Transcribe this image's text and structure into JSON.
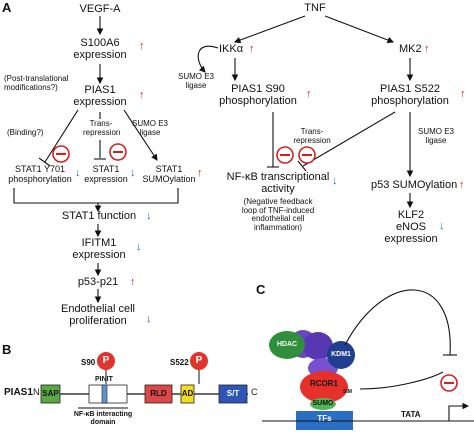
{
  "panel_a": {
    "letter": "A",
    "vegfa": "VEGF-A",
    "s100a6": [
      "S100A6",
      "expression"
    ],
    "post_translational": [
      "(Post-translational",
      "modifications?)"
    ],
    "pias1": [
      "PIAS1",
      "expression"
    ],
    "binding": "(Binding?)",
    "transrepression": [
      "Trans-",
      "repression"
    ],
    "sumo_ligase": [
      "SUMO E3",
      "ligase"
    ],
    "stat1_y701": [
      "STAT1 Y701",
      "phosphorylation"
    ],
    "stat1_expr": [
      "STAT1",
      "expression"
    ],
    "stat1_sumo": [
      "STAT1",
      "SUMOylation"
    ],
    "stat1_function": "STAT1 function",
    "ifitm1": [
      "IFITM1",
      "expression"
    ],
    "p53_p21": "p53-p21",
    "endothelial": [
      "Endothelial cell",
      "proliferation"
    ],
    "tnf": "TNF",
    "ikka": "IKKα",
    "mk2": "MK2",
    "sumo_ligase_left": [
      "SUMO E3",
      "ligase"
    ],
    "pias1_s90": [
      "PIAS1 S90",
      "phosphorylation"
    ],
    "pias1_s522": [
      "PIAS1 S522",
      "phosphorylation"
    ],
    "transrepression_right": [
      "Trans-",
      "repression"
    ],
    "sumo_ligase_right": [
      "SUMO E3",
      "ligase"
    ],
    "nfkb": [
      "NF-κB transcriptional",
      "activity"
    ],
    "feedback": [
      "(Negative feedback",
      "loop of TNF-induced",
      "endothelial cell",
      "inflammation)"
    ],
    "p53_sumo": "p53 SUMOylation",
    "klf2": [
      "KLF2",
      "eNOS",
      "expression"
    ]
  },
  "panel_b": {
    "letter": "B",
    "protein": "PIAS1",
    "n_term": "N",
    "c_term": "C",
    "s90": "S90",
    "s522": "S522",
    "phospho": "P",
    "pinit": "PINIT",
    "domains": [
      "SAP",
      "RLD",
      "AD",
      "S/T"
    ],
    "nfkb_domain": [
      "NF-κB interacting",
      "domain"
    ]
  },
  "panel_c": {
    "letter": "C",
    "hdac": "HDAC",
    "kdm1": "KDM1",
    "rcor1": [
      "RCOR1",
      "SIM"
    ],
    "sumo": "SUMO",
    "tfs": "TFs",
    "tata": "TATA"
  },
  "colors": {
    "up_arrow": "#d42020",
    "down_arrow": "#1f63c9",
    "inhibit": "#d42020",
    "hdac": "#2f8f3a",
    "kdm1": "#1f3f91",
    "rcor1": "#e8302a",
    "sumo": "#52b752",
    "tfs": "#2b6fc4",
    "sap": "#5aa843",
    "rld": "#dd4747",
    "ad": "#f2dc1f",
    "st": "#2e56b8",
    "phospho_circle": "#e0342d"
  },
  "icons": {
    "up": "up-arrow-icon",
    "down": "down-arrow-icon",
    "inhibit": "inhibition-circle-icon",
    "phospho": "phospho-circle-icon"
  }
}
